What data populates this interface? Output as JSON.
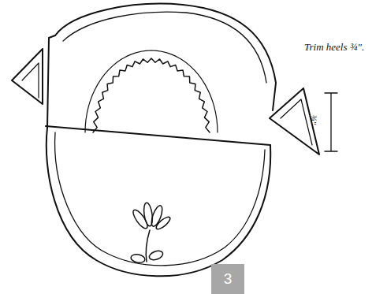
{
  "diagram": {
    "nodes": [
      {
        "text": [
          "3"
        ]
      }
    ],
    "labels": [
      "Trim heels ¾″.",
      "¾″"
    ]
  }
}
